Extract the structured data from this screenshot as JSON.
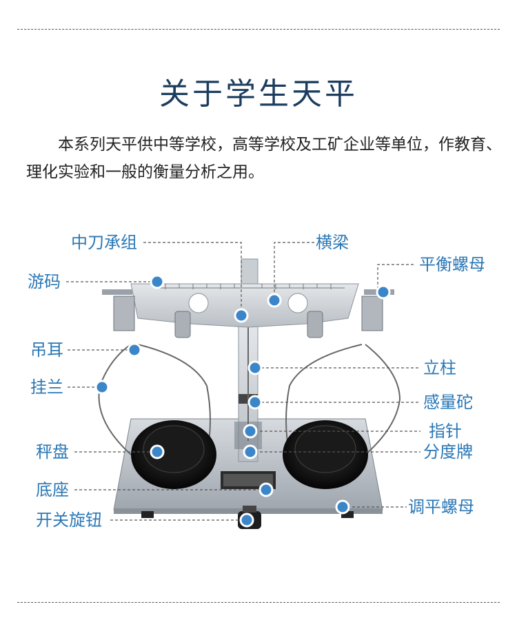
{
  "title": "关于学生天平",
  "intro": "本系列天平供中等学校，高等学校及工矿企业等单位，作教育、理化实验和一般的衡量分析之用。",
  "parts": {
    "zhongdao": "中刀承组",
    "hengliang": "横梁",
    "youma": "游码",
    "pingheng": "平衡螺母",
    "diaoer": "吊耳",
    "lizhu": "立柱",
    "gualan": "挂兰",
    "ganliangtuo": "感量砣",
    "zhizhen": "指针",
    "chengpan": "秤盘",
    "fendupai": "分度牌",
    "dizuo": "底座",
    "tiaoping": "调平螺母",
    "kaiguan": "开关旋钮"
  },
  "colors": {
    "accent": "#2a77b5",
    "title": "#1b3c5e",
    "marker": "#3b86c9"
  }
}
